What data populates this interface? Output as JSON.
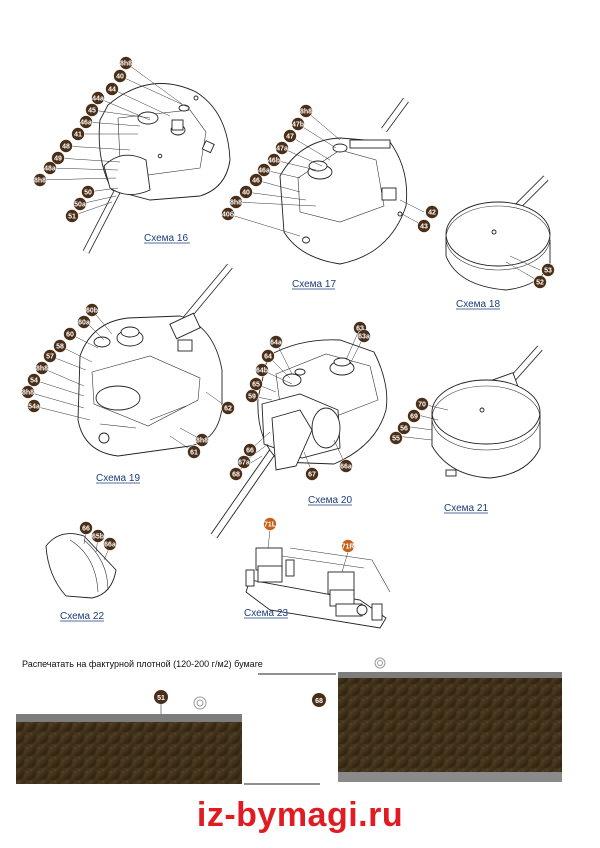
{
  "schemes": [
    {
      "id": "16",
      "caption": "Схема 16"
    },
    {
      "id": "17",
      "caption": "Схема 17"
    },
    {
      "id": "18",
      "caption": "Схема 18"
    },
    {
      "id": "19",
      "caption": "Схема 19"
    },
    {
      "id": "20",
      "caption": "Схема 20"
    },
    {
      "id": "21",
      "caption": "Схема 21"
    },
    {
      "id": "22",
      "caption": "Схема 22"
    },
    {
      "id": "23",
      "caption": "Схема 23"
    }
  ],
  "callouts": {
    "s16": [
      "8h8",
      "40",
      "44",
      "44a",
      "45",
      "46a",
      "41",
      "48",
      "49",
      "48a",
      "8h8",
      "50",
      "50a",
      "51"
    ],
    "s17": [
      "8h8",
      "47b",
      "47",
      "47a",
      "46b",
      "46a",
      "46",
      "40",
      "8h8",
      "40б",
      "42",
      "43"
    ],
    "s18": [
      "53",
      "52"
    ],
    "s19": [
      "60b",
      "60a",
      "60",
      "58",
      "57",
      "8h8",
      "54",
      "8h8",
      "54a",
      "62",
      "8h8",
      "61"
    ],
    "s20": [
      "64a",
      "64",
      "64b",
      "63",
      "63a",
      "65",
      "59",
      "66",
      "67a",
      "68",
      "67",
      "66a"
    ],
    "s21": [
      "70",
      "69",
      "56",
      "55"
    ],
    "s22": [
      "66",
      "65b",
      "66a"
    ],
    "s23": [
      "71L",
      "71R"
    ]
  },
  "strip_note": "Распечатать на фактурной плотной (120-200 г/м2) бумаге",
  "strip_labels": [
    "51",
    "68"
  ],
  "website": "iz-bymagi.ru",
  "colors": {
    "callout": "#4a2e17",
    "callout_orange": "#c4621c",
    "caption": "#1a3d7a",
    "website": "#e11b22",
    "texture": "#3f301b",
    "band": "#7d7d7d"
  }
}
